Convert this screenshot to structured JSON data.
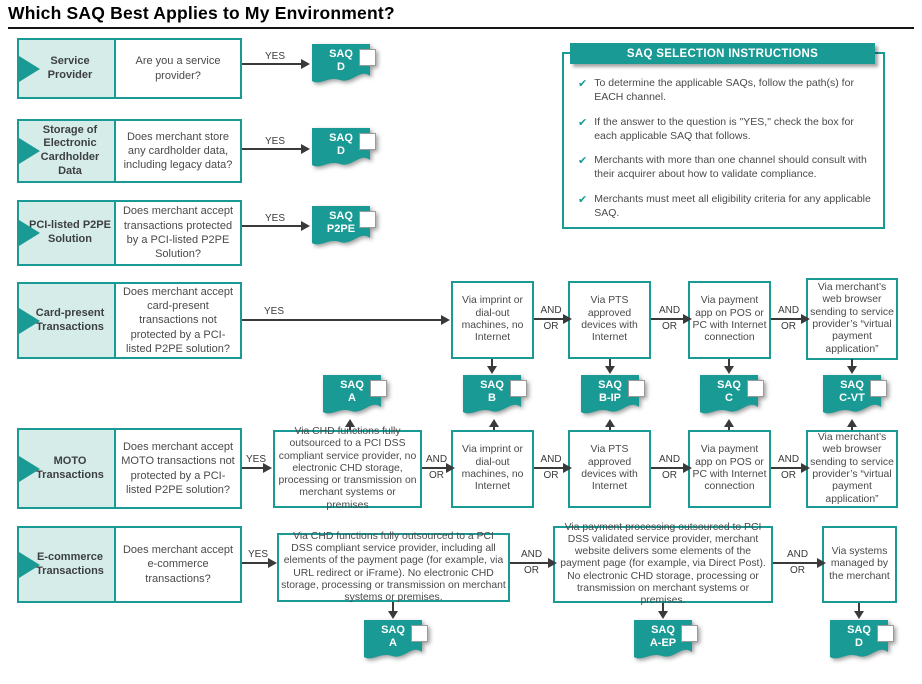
{
  "title": "Which SAQ Best Applies to My Environment?",
  "labels": {
    "yes": "YES",
    "and": "AND",
    "or": "OR",
    "saq": "SAQ",
    "check": "✔"
  },
  "colors": {
    "teal": "#1A9A94",
    "light_teal": "#D5ECE9",
    "arrow": "#3A3A3A"
  },
  "instructions": {
    "title": "SAQ SELECTION INSTRUCTIONS",
    "bullets": [
      "To determine the applicable SAQs, follow the path(s) for EACH channel.",
      "If the answer to the question is \"YES,\" check the box for each applicable SAQ that follows.",
      "Merchants with more than one channel should consult with their acquirer about how to validate compliance.",
      "Merchants must meet all eligibility criteria for any applicable SAQ."
    ]
  },
  "channels": [
    {
      "label": "Service Provider",
      "question": "Are you a service provider?"
    },
    {
      "label": "Storage of Electronic Cardholder Data",
      "question": "Does merchant store any cardholder data, including legacy data?"
    },
    {
      "label": "PCI-listed P2PE Solution",
      "question": "Does merchant accept transactions protected by a PCI-listed P2PE Solution?"
    },
    {
      "label": "Card-present Transactions",
      "question": "Does merchant accept card-present transactions not protected by a PCI-listed P2PE solution?"
    },
    {
      "label": "MOTO Transactions",
      "question": "Does merchant accept MOTO transactions not protected by a PCI-listed P2PE solution?"
    },
    {
      "label": "E-commerce Transactions",
      "question": "Does merchant accept e-commerce transactions?"
    }
  ],
  "paths": {
    "card_present": [
      "Via imprint or dial-out machines, no Internet",
      "Via PTS approved devices with Internet",
      "Via payment app on POS or PC with Internet connection",
      "Via merchant’s web browser sending to service provider’s “virtual payment application”"
    ],
    "moto": [
      "Via CHD functions fully outsourced to a PCI DSS compliant service provider, no electronic CHD storage, processing or transmission on merchant systems or premises",
      "Via imprint or dial-out machines, no Internet",
      "Via PTS approved devices with Internet",
      "Via payment app on POS or PC with Internet connection",
      "Via merchant’s web browser sending to service provider’s “virtual payment application”"
    ],
    "ecommerce": [
      "Via CHD functions fully outsourced to a PCI DSS compliant service provider, including all elements of the payment page (for example, via URL redirect or iFrame). No electronic CHD storage, processing or transmission on merchant systems or premises.",
      "Via payment processing outsourced to PCI DSS validated service provider, merchant website delivers some elements of the payment page (for example, via Direct Post). No electronic CHD storage, processing or transmission on merchant systems or premises.",
      "Via systems managed by the merchant"
    ]
  },
  "badges": {
    "top": [
      "D",
      "D",
      "P2PE"
    ],
    "middle": [
      "A",
      "B",
      "B-IP",
      "C",
      "C-VT"
    ],
    "bottom": [
      "A",
      "A-EP",
      "D"
    ]
  }
}
